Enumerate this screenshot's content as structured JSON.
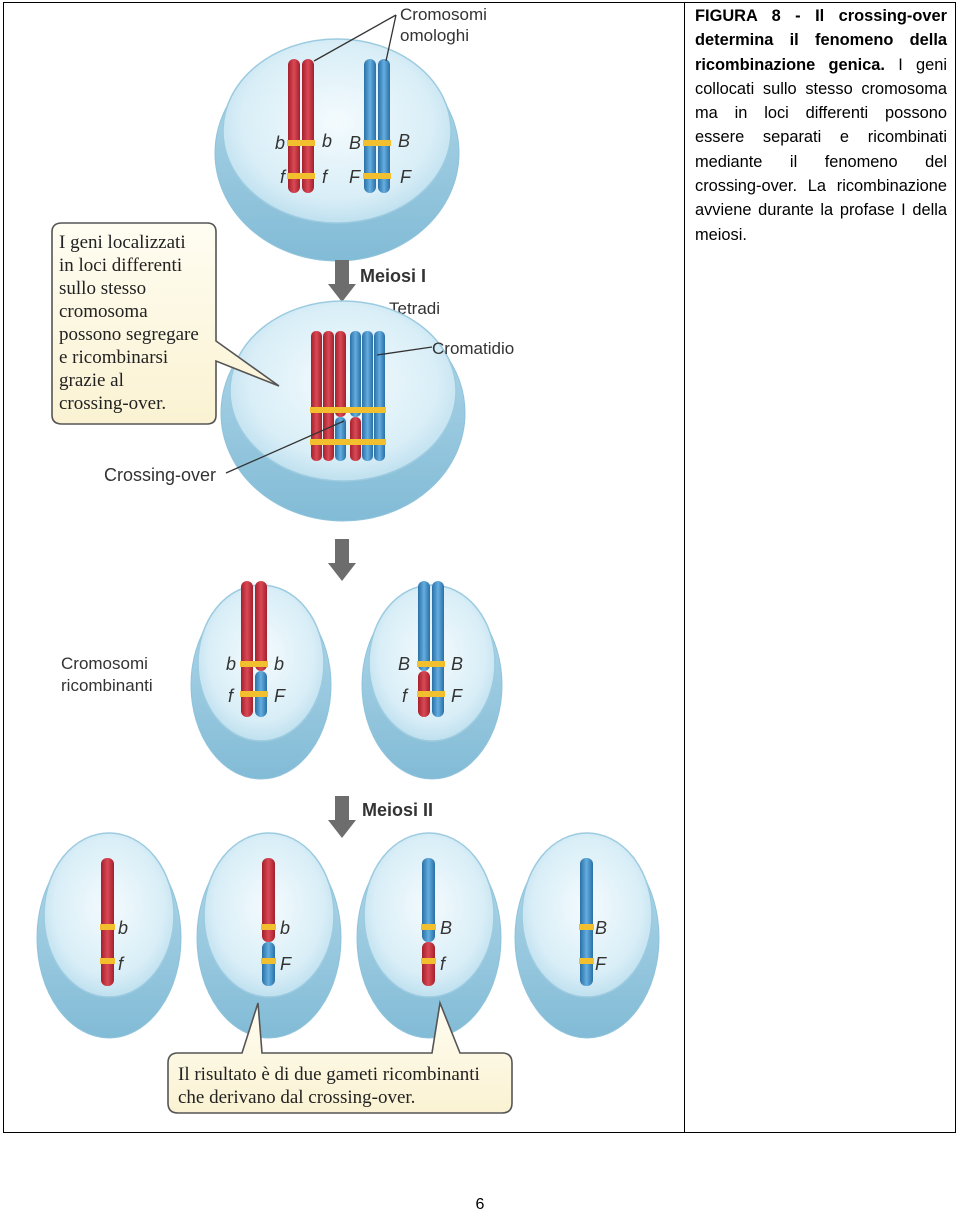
{
  "caption": {
    "bold": "FIGURA 8 - Il crossing-over determina il fenomeno della ricombinazione genica.",
    "text": "I geni collocati sullo stesso cromosoma ma in loci differenti possono essere separati e ricombinati mediante il fenomeno del crossing-over. La ricombinazione avviene durante la profase I della meiosi."
  },
  "figure": {
    "homologous_label_1": "Cromosomi",
    "homologous_label_2": "omologhi",
    "meiosis1_label": "Meiosi I",
    "tetrads_label": "Tetradi",
    "chromatid_label": "Cromatidio",
    "crossing_over_label": "Crossing-over",
    "recombinant_label_1": "Cromosomi",
    "recombinant_label_2": "ricombinanti",
    "meiosis2_label": "Meiosi II",
    "alleles": {
      "b_lower": "b",
      "b_upper": "B",
      "f_lower": "f",
      "f_upper": "F"
    },
    "note_left": [
      "I geni localizzati",
      "in loci differenti",
      "sullo stesso",
      "cromosoma",
      "possono segregare",
      "e ricombinarsi",
      "grazie al",
      "crossing-over."
    ],
    "note_bottom": [
      "Il risultato è di due gameti ricombinanti",
      "che derivano dal crossing-over."
    ]
  },
  "colors": {
    "red_chromosome": "#c8303c",
    "blue_chromosome": "#3d8cc6",
    "gene_band": "#f2c02e",
    "cell": "#a9d3e6",
    "arrow": "#6d6d6d",
    "note_box": "#fdf9e6"
  },
  "page_number": "6"
}
